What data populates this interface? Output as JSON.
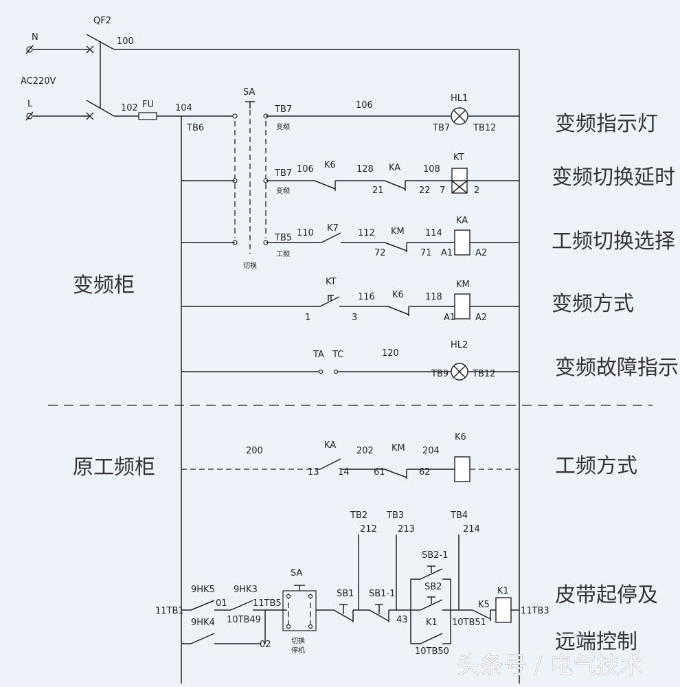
{
  "power": {
    "n": "N",
    "l": "L",
    "ac": "AC220V",
    "qf": "QF2",
    "w100": "100",
    "w102": "102",
    "fu": "FU",
    "w104": "104",
    "tb6": "TB6"
  },
  "sa_top": {
    "name": "SA",
    "mode": "切换"
  },
  "r1": {
    "tb7": "TB7",
    "tb7_note": "变频",
    "wire": "106",
    "lamp": "HL1",
    "tb7b": "TB7",
    "tb12": "TB12",
    "title": "变频指示灯"
  },
  "r2": {
    "tb7": "TB7",
    "tb7_note": "变频",
    "w106": "106",
    "k6": "K6",
    "w128": "128",
    "ka": "KA",
    "w108": "108",
    "kt": "KT",
    "n21": "21",
    "n22": "22",
    "n7": "7",
    "n2": "2",
    "title": "变频切换延时"
  },
  "r3": {
    "tb5": "TB5",
    "tb5_note": "工频",
    "w110": "110",
    "k7": "K7",
    "w112": "112",
    "km": "KM",
    "w114": "114",
    "ka": "KA",
    "n72": "72",
    "n71": "71",
    "a1": "A1",
    "a2": "A2",
    "title": "工频切换选择"
  },
  "r4": {
    "kt": "KT",
    "w116": "116",
    "k6": "K6",
    "w118": "118",
    "km": "KM",
    "n1": "1",
    "n3": "3",
    "a1": "A1",
    "a2": "A2",
    "title": "变频方式"
  },
  "r5": {
    "ta": "TA",
    "tc": "TC",
    "w120": "120",
    "lamp": "HL2",
    "tb9": "TB9",
    "tb12": "TB12",
    "title": "变频故障指示"
  },
  "cab_vfd": "变频柜",
  "cab_orig": "原工频柜",
  "r6": {
    "w200": "200",
    "ka": "KA",
    "w202": "202",
    "km": "KM",
    "w204": "204",
    "k6": "K6",
    "n13": "13",
    "n14": "14",
    "n61": "61",
    "n62": "62",
    "title": "工频方式"
  },
  "r7": {
    "tb2": "TB2",
    "w212": "212",
    "tb3": "TB3",
    "w213": "213",
    "tb4": "TB4",
    "w214": "214",
    "hk5": "9HK5",
    "hk3": "9HK3",
    "hk4": "9HK4",
    "n01": "01",
    "n02": "02",
    "t11tb1": "11TB1",
    "t11tb5": "11TB5",
    "t10tb49": "10TB49",
    "sa": "SA",
    "sa_note1": "切换",
    "sa_note2": "停机",
    "sb1": "SB1",
    "sb11": "SB1-1",
    "n43": "43",
    "sb21": "SB2-1",
    "sb2": "SB2",
    "k1c": "K1",
    "t10tb50": "10TB50",
    "t10tb51": "10TB51",
    "k5": "K5",
    "k1": "K1",
    "t11tb3": "11TB3",
    "title1": "皮带起停及",
    "title2": "远端控制"
  },
  "watermark": "头条号 / 电气技术"
}
